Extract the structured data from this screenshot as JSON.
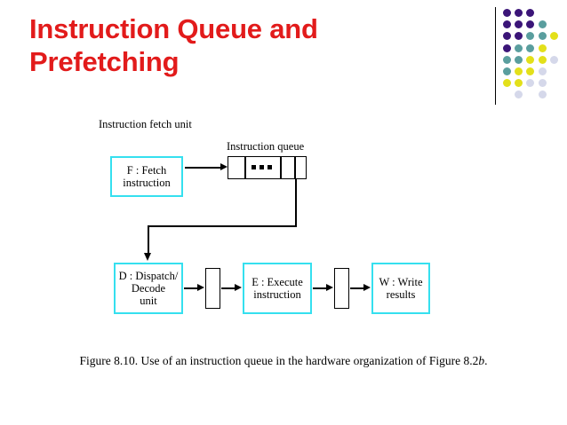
{
  "slide": {
    "title": "Instruction Queue and\nPrefetching",
    "title_color": "#e21b1b",
    "background": "#ffffff"
  },
  "motif": {
    "name": "decorative-dot-grid",
    "rule_color": "#000000",
    "colors": {
      "purple": "#3b1578",
      "teal": "#5a9e9e",
      "yellow": "#e3e01a",
      "lavender": "#d5d8ea"
    },
    "dots": [
      {
        "row": 0,
        "col": 0,
        "color": "#3b1578"
      },
      {
        "row": 0,
        "col": 1,
        "color": "#3b1578"
      },
      {
        "row": 0,
        "col": 2,
        "color": "#3b1578"
      },
      {
        "row": 1,
        "col": 0,
        "color": "#3b1578"
      },
      {
        "row": 1,
        "col": 1,
        "color": "#3b1578"
      },
      {
        "row": 1,
        "col": 2,
        "color": "#3b1578"
      },
      {
        "row": 1,
        "col": 3,
        "color": "#5a9e9e"
      },
      {
        "row": 2,
        "col": 0,
        "color": "#3b1578"
      },
      {
        "row": 2,
        "col": 1,
        "color": "#3b1578"
      },
      {
        "row": 2,
        "col": 2,
        "color": "#5a9e9e"
      },
      {
        "row": 2,
        "col": 3,
        "color": "#5a9e9e"
      },
      {
        "row": 2,
        "col": 4,
        "color": "#e3e01a"
      },
      {
        "row": 3,
        "col": 0,
        "color": "#3b1578"
      },
      {
        "row": 3,
        "col": 1,
        "color": "#5a9e9e"
      },
      {
        "row": 3,
        "col": 2,
        "color": "#5a9e9e"
      },
      {
        "row": 3,
        "col": 3,
        "color": "#e3e01a"
      },
      {
        "row": 4,
        "col": 0,
        "color": "#5a9e9e"
      },
      {
        "row": 4,
        "col": 1,
        "color": "#5a9e9e"
      },
      {
        "row": 4,
        "col": 2,
        "color": "#e3e01a"
      },
      {
        "row": 4,
        "col": 3,
        "color": "#e3e01a"
      },
      {
        "row": 4,
        "col": 4,
        "color": "#d5d8ea"
      },
      {
        "row": 5,
        "col": 0,
        "color": "#5a9e9e"
      },
      {
        "row": 5,
        "col": 1,
        "color": "#e3e01a"
      },
      {
        "row": 5,
        "col": 2,
        "color": "#e3e01a"
      },
      {
        "row": 5,
        "col": 3,
        "color": "#d5d8ea"
      },
      {
        "row": 6,
        "col": 0,
        "color": "#e3e01a"
      },
      {
        "row": 6,
        "col": 1,
        "color": "#e3e01a"
      },
      {
        "row": 6,
        "col": 2,
        "color": "#d5d8ea"
      },
      {
        "row": 6,
        "col": 3,
        "color": "#d5d8ea"
      },
      {
        "row": 7,
        "col": 1,
        "color": "#d5d8ea"
      },
      {
        "row": 7,
        "col": 3,
        "color": "#d5d8ea"
      }
    ]
  },
  "diagram": {
    "labels": {
      "fetch_unit": "Instruction fetch unit",
      "instruction_queue": "Instruction queue"
    },
    "blocks": {
      "fetch": "F : Fetch\ninstruction",
      "dispatch": "D : Dispatch/\nDecode\nunit",
      "execute": "E : Execute\ninstruction",
      "write": "W : Write\nresults"
    },
    "block_border_color": "#35e0ef",
    "line_color": "#000000",
    "queue": {
      "cells": 4,
      "ellipsis_dots": 3
    }
  },
  "caption": {
    "prefix": "Figure 8.10. Use of an instruction queue in the hardware organization of Figure 8.2",
    "italic": "b",
    "suffix": "."
  }
}
